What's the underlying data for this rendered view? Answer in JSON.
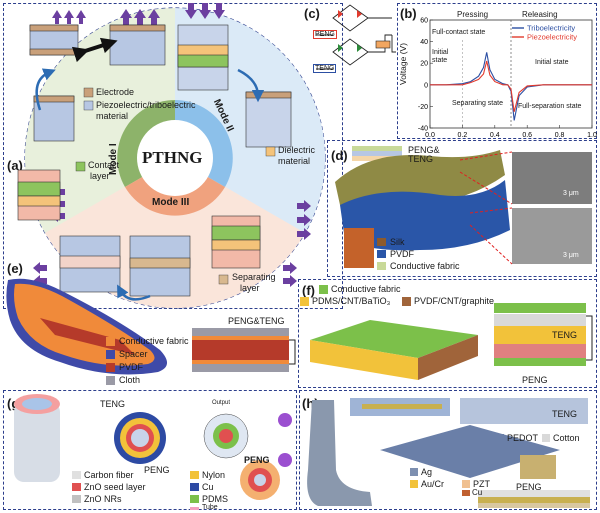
{
  "panels": {
    "a": {
      "label": "(a)",
      "center": "PTHNG",
      "modes": [
        "Mode I",
        "Mode II",
        "Mode III"
      ],
      "legend": {
        "electrode": "Electrode",
        "active_material": "Piezoelectric/triboelectric",
        "active_material_2": "material",
        "dielectric": "Dielectric",
        "dielectric_2": "material",
        "contact": "Contact",
        "contact_2": "layer",
        "separating": "Separating",
        "separating_2": "layer"
      }
    },
    "b": {
      "label": "(b)",
      "annotations": {
        "pressing": "Pressing",
        "releasing": "Releasing",
        "full_contact": "Full-contact state",
        "initial_state_1": "Initial",
        "initial_state_1b": "state",
        "separating_state": "Separating state",
        "initial_state_2": "Initial state",
        "full_separation": "Full-separation state"
      }
    },
    "c": {
      "label": "(c)",
      "peng": "PENG",
      "teng": "TENG"
    },
    "d": {
      "label": "(d)",
      "title": "PENG&",
      "title_2": "TENG",
      "legend": [
        "Silk",
        "PVDF",
        "Conductive fabric"
      ],
      "scale_1": "3 μm",
      "scale_2": "3 μm"
    },
    "e": {
      "label": "(e)",
      "title": "PENG&TENG",
      "legend": [
        "Conductive fabric",
        "Spacer",
        "PVDF",
        "Cloth"
      ]
    },
    "f": {
      "label": "(f)",
      "legend_1": "Conductive fabric",
      "legend_2": "PDMS/CNT/BaTiO₃",
      "legend_3": "PVDF/CNT/graphite",
      "teng": "TENG",
      "peng": "PENG"
    },
    "g": {
      "label": "(g)",
      "teng": "TENG",
      "peng": "PENG",
      "peng_2": "PENG",
      "output": "Output",
      "legend_left": [
        "Carbon fiber",
        "ZnO seed layer",
        "ZnO NRs"
      ],
      "legend_right": [
        "Nylon",
        "Cu",
        "PDMS",
        "Tube"
      ]
    },
    "h": {
      "label": "(h)",
      "teng": "TENG",
      "peng": "PENG",
      "legend": [
        "PEDOT",
        "Cotton",
        "Ag",
        "Au/Cr",
        "PZT",
        "Cu"
      ]
    }
  },
  "colors": {
    "frame": "#2c3e8c",
    "mode1": "#8db36a",
    "mode2": "#8cc0ea",
    "mode3": "#f0a27e",
    "tribo": "#2c4fa3",
    "piezo": "#e23b2e",
    "purple_arrow": "#6b3fa0"
  },
  "chart_data": {
    "type": "line",
    "title": "",
    "xlabel": "",
    "ylabel": "Voltage (V)",
    "xlim": [
      0,
      1.0
    ],
    "ylim": [
      -40,
      60
    ],
    "xticks": [
      0,
      0.2,
      0.4,
      0.6,
      0.8,
      1.0
    ],
    "yticks": [
      -40,
      -20,
      0,
      20,
      40,
      60
    ],
    "x_tick_labels": [
      "0.0",
      "0.2",
      "0.4",
      "0.6",
      "0.8",
      "1.0"
    ],
    "y_tick_labels": [
      "-40",
      "-20",
      "0",
      "20",
      "40",
      "60"
    ],
    "legend_position": "top-right",
    "series": [
      {
        "name": "Triboelectricity",
        "color": "#2c4fa3",
        "x": [
          0.0,
          0.1,
          0.2,
          0.25,
          0.3,
          0.33,
          0.35,
          0.37,
          0.4,
          0.45,
          0.48,
          0.5,
          0.52,
          0.55,
          0.6,
          0.7,
          0.8,
          0.9,
          1.0
        ],
        "y": [
          0,
          0,
          1,
          3,
          8,
          16,
          30,
          14,
          5,
          1,
          0,
          -6,
          -33,
          -10,
          -2,
          0,
          0,
          0,
          0
        ]
      },
      {
        "name": "Piezoelectricity",
        "color": "#e23b2e",
        "x": [
          0.0,
          0.1,
          0.2,
          0.25,
          0.3,
          0.33,
          0.35,
          0.37,
          0.4,
          0.45,
          0.48,
          0.5,
          0.52,
          0.55,
          0.6,
          0.7,
          0.8,
          0.9,
          1.0
        ],
        "y": [
          0,
          0,
          0,
          2,
          5,
          10,
          22,
          9,
          3,
          0,
          0,
          -4,
          -25,
          -7,
          -1,
          0,
          0,
          0,
          0
        ]
      }
    ]
  }
}
